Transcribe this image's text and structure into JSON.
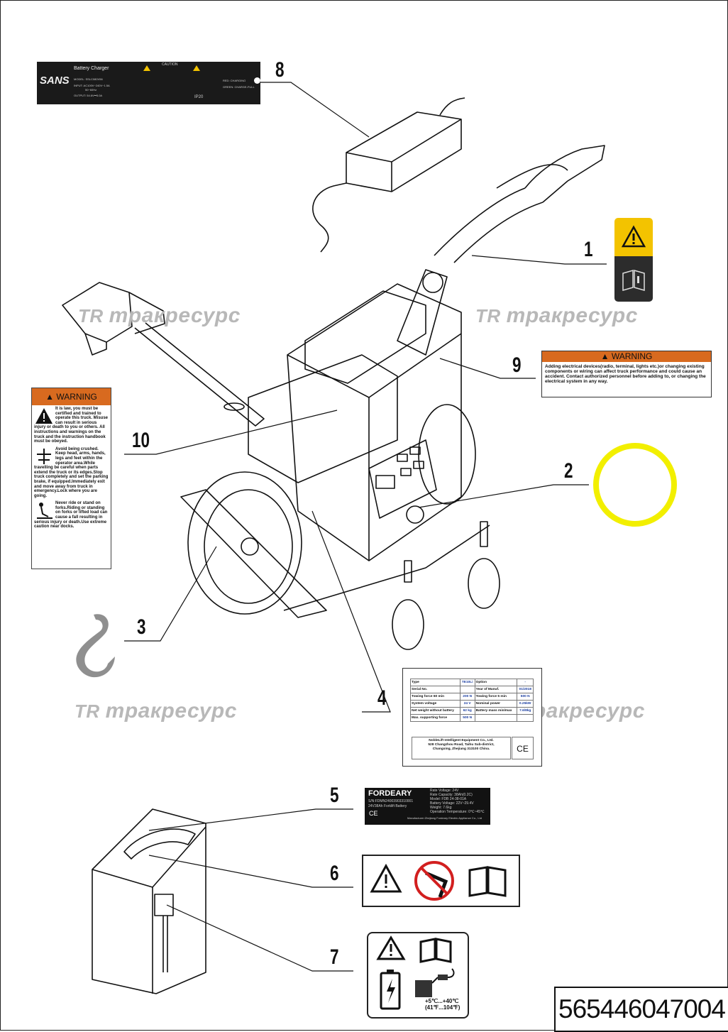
{
  "callouts": [
    "1",
    "2",
    "3",
    "4",
    "5",
    "6",
    "7",
    "8",
    "9",
    "10"
  ],
  "watermark": {
    "text": "тракресурс",
    "logo": "TR"
  },
  "charger_label": {
    "brand": "SANS",
    "title": "Battery Charger",
    "model": "MODEL: SSLC080V56",
    "input": "INPUT: AC100V~240V~1.5A",
    "freq": "50~60Hz",
    "output": "OUTPUT: 54.6V⎓5.0A",
    "caution": "CAUTION",
    "ip": "IP20",
    "led_red": "RED: CHARGING",
    "led_green": "GREEN: CHARGE-FULL"
  },
  "warning_9": {
    "header": "WARNING",
    "text": "Adding electrical devices(radio, terminal, lights etc.)or changing existing components or wiring can affect truck performance and could cause an accident. Contact authorized personnel before adding to, or changing the electrical system in any way."
  },
  "warning_left": {
    "header": "WARNING",
    "sec1": "It is law, you must be certified and trained to operate this truck. Misuse can result in serious injury or death to you or others. All instructions and warnings on the truck and the instruction handbook must be obeyed.",
    "sec2": "Avoid being crushed. Keep head, arms, hands, legs and feet within the operator area.While travelling be careful when parts extend the truck or its edges.Stop truck completely and set the parking brake, if equipped.Immediately exit and move away from truck in emergency.Lock where you are going.",
    "sec3": "Never ride or stand on forks.Riding or standing on forks or lifted load can cause a fall resulting in serious injury or death.Use extreme caution near docks."
  },
  "spec_plate": {
    "rows": [
      [
        "Type",
        "TE10Li",
        "Option",
        "-"
      ],
      [
        "Serial No.",
        "",
        "Year of Manuf.",
        "01/2018"
      ],
      [
        "Towing force 60 min",
        "200 N",
        "Towing force 5 min",
        "500 N"
      ],
      [
        "System voltage",
        "24 V",
        "Nominal power",
        "0.25kW"
      ],
      [
        "Net weight without battery",
        "62 kg",
        "Battery mass min/max",
        "7.6/8kg"
      ],
      [
        "Max. supporting force",
        "500 N",
        "",
        ""
      ]
    ],
    "manufacturer": "NobleLift Intelligent Equipment Co., Ltd.",
    "address1": "528 Changzhou Road, Taihu Sub-district,",
    "address2": "Changxing, Zhejiang 313100 China.",
    "ce": "CE"
  },
  "battery_plate": {
    "brand": "FORDEARY",
    "sn": "S/N:FDMN24003903310001",
    "desc": "24V38Ah Forklift Battery",
    "r1": "Rate Voltage: 24V",
    "r2": "Rate Capacity: 38Ah(0.2C)",
    "r3": "Model: FDB 24-38-01A",
    "r4": "Battery Voltage: 22V~29.4V",
    "r5": "Weight: 7.6kg",
    "r6": "Operation Temperature: 0℃~45℃",
    "maker": "Manufacturer:Zhejiang Fordeary Electric Appliance Co., Ltd"
  },
  "box7": {
    "temp1": "+5℃...+40℃",
    "temp2": "(41℉...104℉)"
  },
  "part_number": "565446047004",
  "colors": {
    "warning_orange": "#d86a1f",
    "symbol_yellow": "#f3c300",
    "ring_yellow": "#f2ef00",
    "label_black": "#1a1a1a"
  }
}
